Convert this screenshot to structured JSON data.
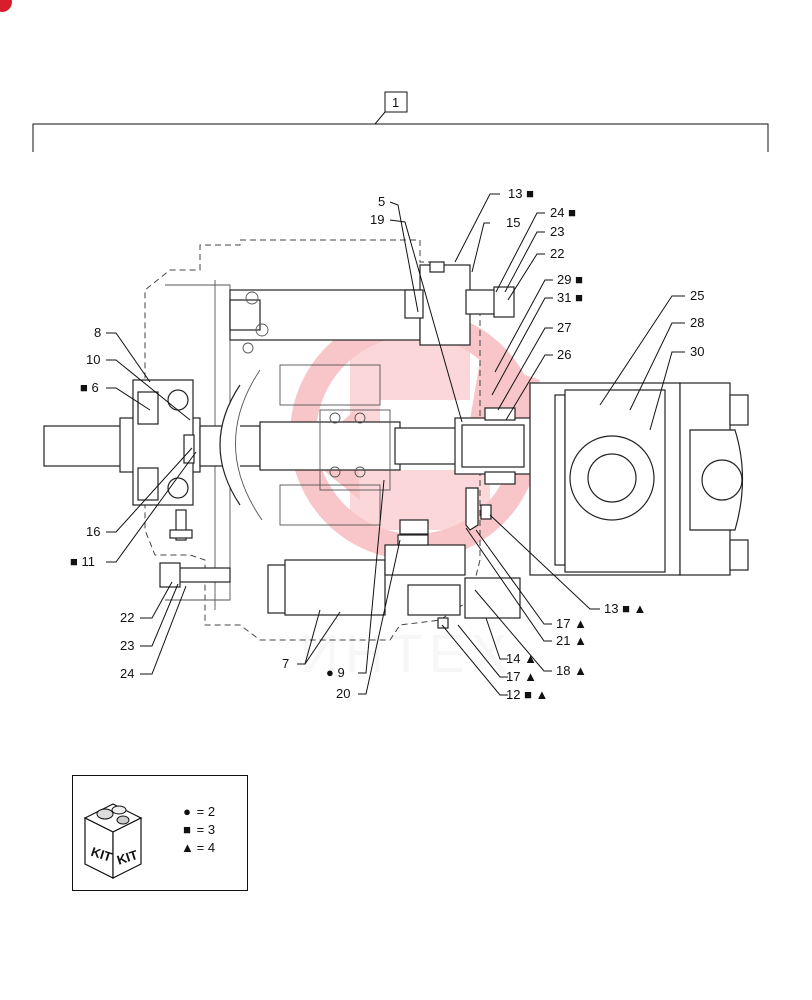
{
  "assembly_label": "1",
  "watermark": {
    "text": "ИНТЕХ",
    "color": "#e8323c"
  },
  "callouts": [
    {
      "id": "c5",
      "text": "5"
    },
    {
      "id": "c19",
      "text": "19"
    },
    {
      "id": "c13a",
      "text": "13 ■"
    },
    {
      "id": "c15",
      "text": "15"
    },
    {
      "id": "c24a",
      "text": "24 ■"
    },
    {
      "id": "c23a",
      "text": "23"
    },
    {
      "id": "c22a",
      "text": "22"
    },
    {
      "id": "c29",
      "text": "29 ■"
    },
    {
      "id": "c31",
      "text": "31 ■"
    },
    {
      "id": "c27",
      "text": "27"
    },
    {
      "id": "c26",
      "text": "26"
    },
    {
      "id": "c25",
      "text": "25"
    },
    {
      "id": "c28",
      "text": "28"
    },
    {
      "id": "c30",
      "text": "30"
    },
    {
      "id": "c8",
      "text": "8"
    },
    {
      "id": "c10",
      "text": "10"
    },
    {
      "id": "c6",
      "text": "■ 6"
    },
    {
      "id": "c16",
      "text": "16"
    },
    {
      "id": "c11",
      "text": "■ 11"
    },
    {
      "id": "c22b",
      "text": "22"
    },
    {
      "id": "c23b",
      "text": "23"
    },
    {
      "id": "c24b",
      "text": "24"
    },
    {
      "id": "c7",
      "text": "7"
    },
    {
      "id": "c9",
      "text": "● 9"
    },
    {
      "id": "c20",
      "text": "20"
    },
    {
      "id": "c13b",
      "text": "13 ■ ▲"
    },
    {
      "id": "c17a",
      "text": "17 ▲"
    },
    {
      "id": "c21",
      "text": "21 ▲"
    },
    {
      "id": "c18",
      "text": "18 ▲"
    },
    {
      "id": "c14",
      "text": "14 ▲"
    },
    {
      "id": "c17b",
      "text": "17 ▲"
    },
    {
      "id": "c12",
      "text": "12 ■ ▲"
    }
  ],
  "kit_legend": {
    "box_labels": [
      "KIT",
      "KIT"
    ],
    "rows": [
      {
        "symbol": "●",
        "eq": "=",
        "value": "2"
      },
      {
        "symbol": "■",
        "eq": "=",
        "value": "3"
      },
      {
        "symbol": "▲",
        "eq": "=",
        "value": "4"
      }
    ]
  }
}
